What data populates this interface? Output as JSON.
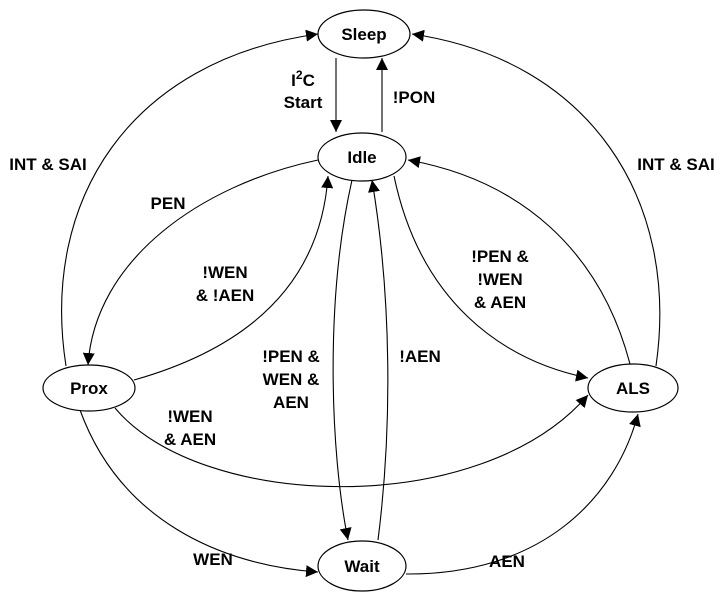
{
  "diagram": {
    "nodes": {
      "sleep": "Sleep",
      "idle": "Idle",
      "prox": "Prox",
      "als": "ALS",
      "wait": "Wait"
    },
    "labels": {
      "i2c_main": "I",
      "i2c_sup": "2",
      "i2c_tail": "C",
      "start": "Start",
      "not_pon": "!PON",
      "int_sai_left": "INT & SAI",
      "int_sai_right": "INT & SAI",
      "pen": "PEN",
      "nwen_naen_1": "!WEN",
      "nwen_naen_2": "& !AEN",
      "npen_nwen_aen_1": "!PEN &",
      "npen_nwen_aen_2": "!WEN",
      "npen_nwen_aen_3": "& AEN",
      "npen_wen_aen_1": "!PEN &",
      "npen_wen_aen_2": "WEN &",
      "npen_wen_aen_3": "AEN",
      "naen": "!AEN",
      "nwen_aen_1": "!WEN",
      "nwen_aen_2": "& AEN",
      "wen": "WEN",
      "aen": "AEN"
    }
  }
}
